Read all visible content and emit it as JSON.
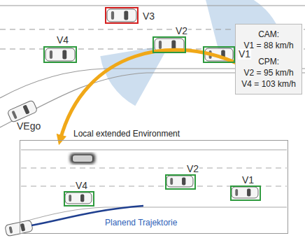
{
  "diagram": {
    "nodes": [
      {
        "text": [
          "V3"
        ]
      },
      {
        "text": [
          "V2"
        ]
      },
      {
        "text": [
          "CAM:",
          "V1 = 88 km/h",
          "CPM:",
          "V2 = 95 km/h",
          "V4 = 103 km/h"
        ]
      },
      {
        "text": [
          "V4"
        ]
      },
      {
        "text": [
          "V1"
        ]
      },
      {
        "text": [
          "Local extended Environment"
        ]
      },
      {
        "text": [
          "V2"
        ],
        "in": 5
      },
      {
        "text": [
          "V4"
        ],
        "in": 5
      },
      {
        "text": [
          "V1"
        ],
        "in": 5
      }
    ],
    "labels": [
      "VEgo",
      "Planend Trajektorie"
    ]
  }
}
